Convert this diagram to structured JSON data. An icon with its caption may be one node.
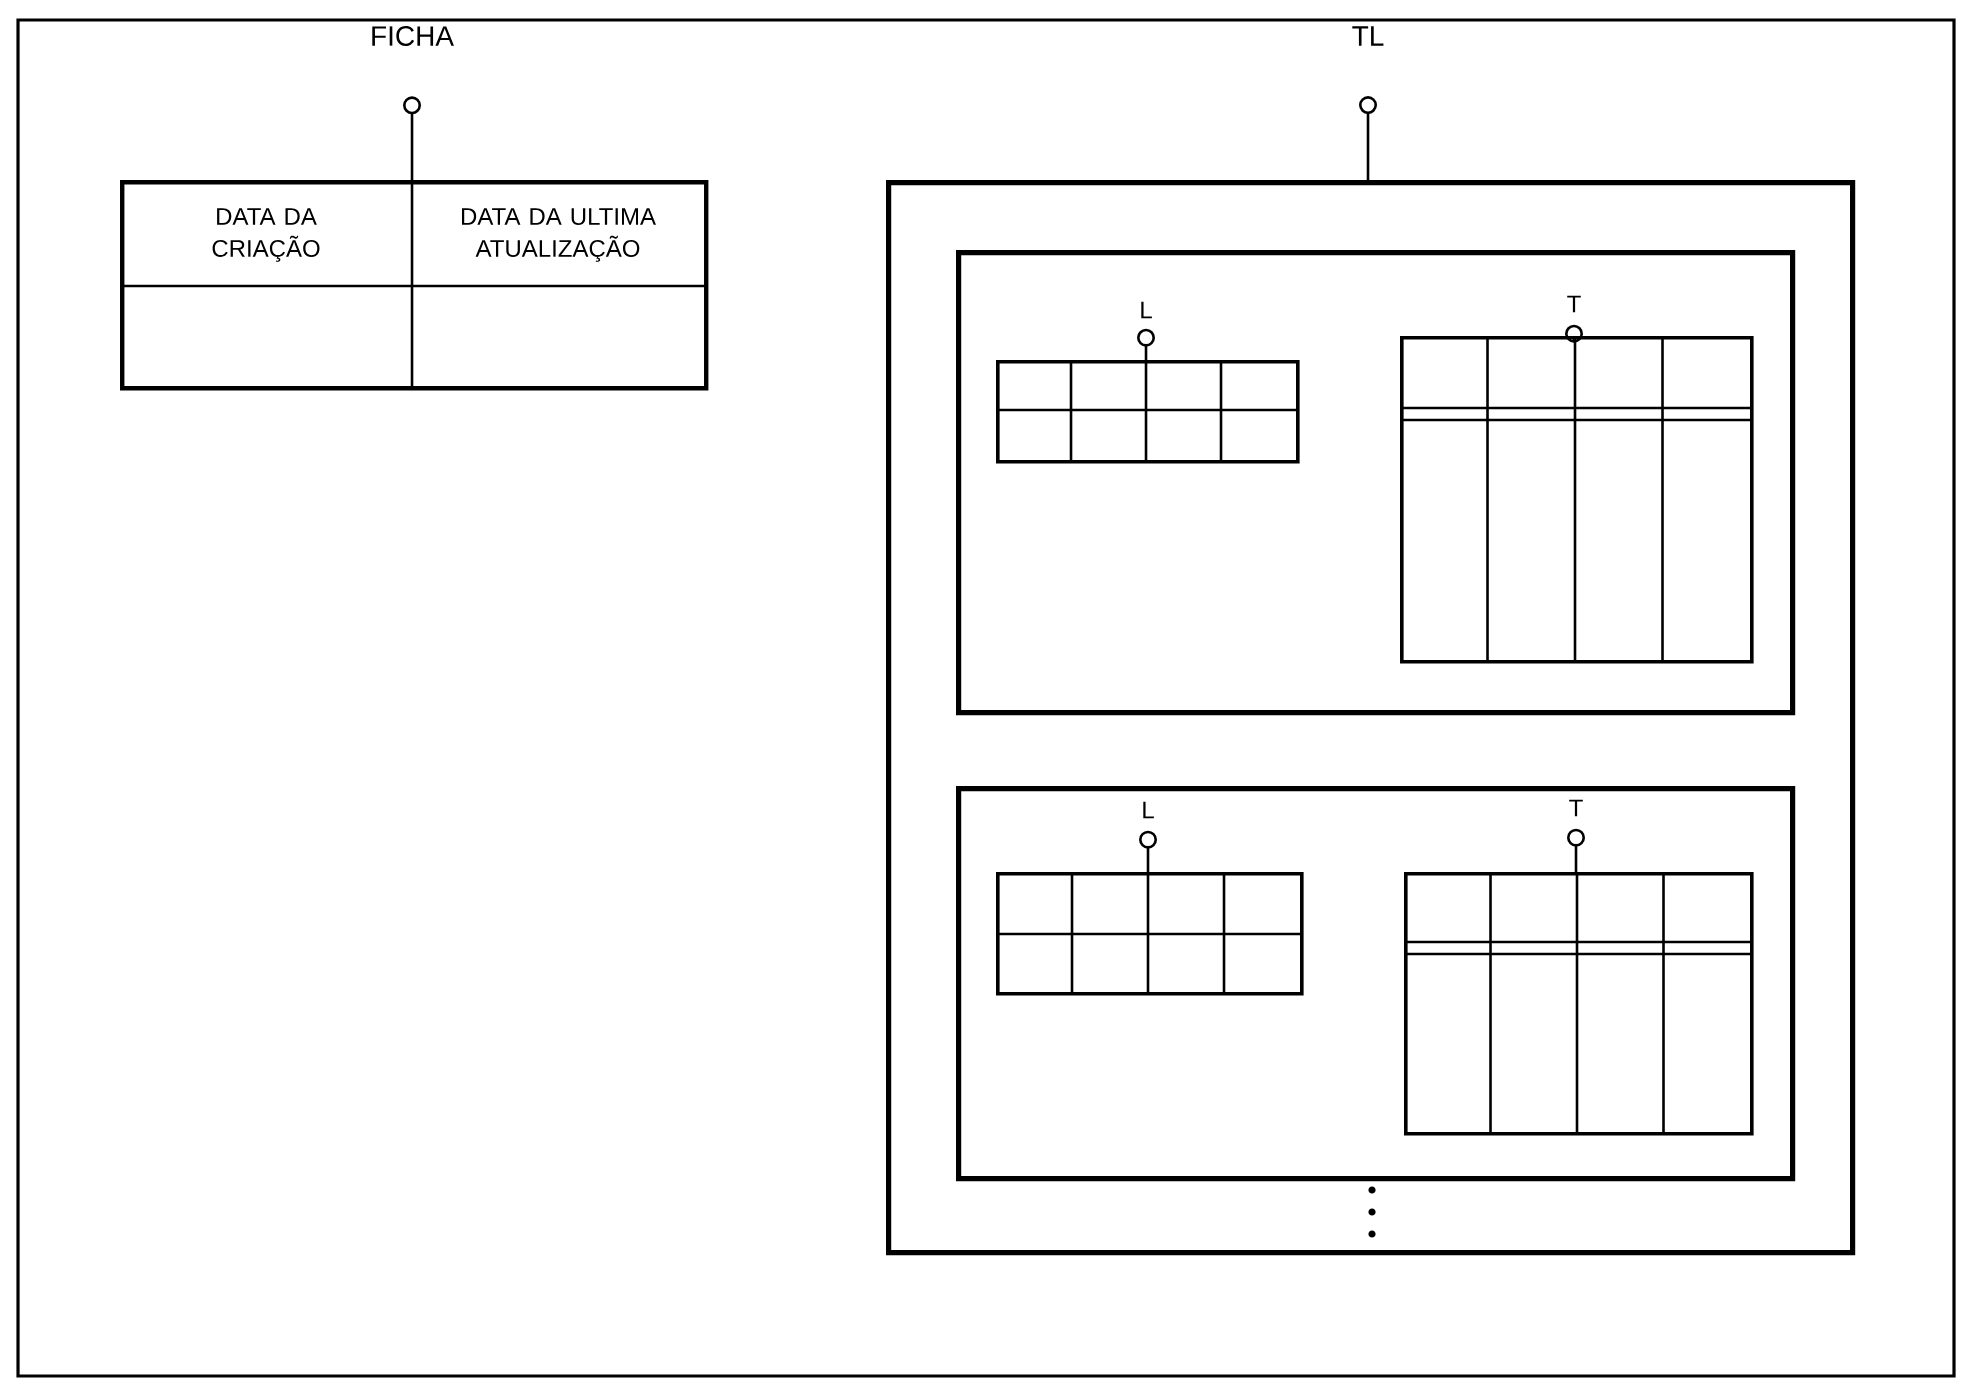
{
  "diagram": {
    "nodes": [
      {
        "text": [
          "FICHA"
        ]
      },
      {
        "text": [
          "DATA DA CRIAÇÃO",
          "DATA DA ULTIMA ATUALIZAÇÃO"
        ]
      },
      {
        "text": [
          "TL"
        ]
      },
      {
        "text": [],
        "shape": "box"
      },
      {
        "text": [],
        "shape": "box",
        "in": 3
      },
      {
        "text": [
          "L"
        ],
        "in": 4
      },
      {
        "text": [],
        "shape": "box",
        "in": 4
      },
      {
        "text": [
          "T"
        ],
        "in": 4
      },
      {
        "text": [],
        "shape": "box",
        "in": 4
      },
      {
        "text": [],
        "shape": "box",
        "in": 3
      },
      {
        "text": [
          "L"
        ],
        "in": 9
      },
      {
        "text": [],
        "shape": "box",
        "in": 9
      },
      {
        "text": [
          "T"
        ],
        "in": 9
      },
      {
        "text": [],
        "shape": "box",
        "in": 9
      }
    ],
    "edges": [
      {
        "from": 0,
        "to": 1,
        "arrow": "other"
      },
      {
        "from": 2,
        "to": 3,
        "arrow": "other"
      },
      {
        "from": 5,
        "to": 6,
        "arrow": "other"
      },
      {
        "from": 7,
        "to": 8,
        "arrow": "other"
      },
      {
        "from": 10,
        "to": 11,
        "arrow": "other"
      },
      {
        "from": 12,
        "to": 13,
        "arrow": "other"
      }
    ]
  }
}
